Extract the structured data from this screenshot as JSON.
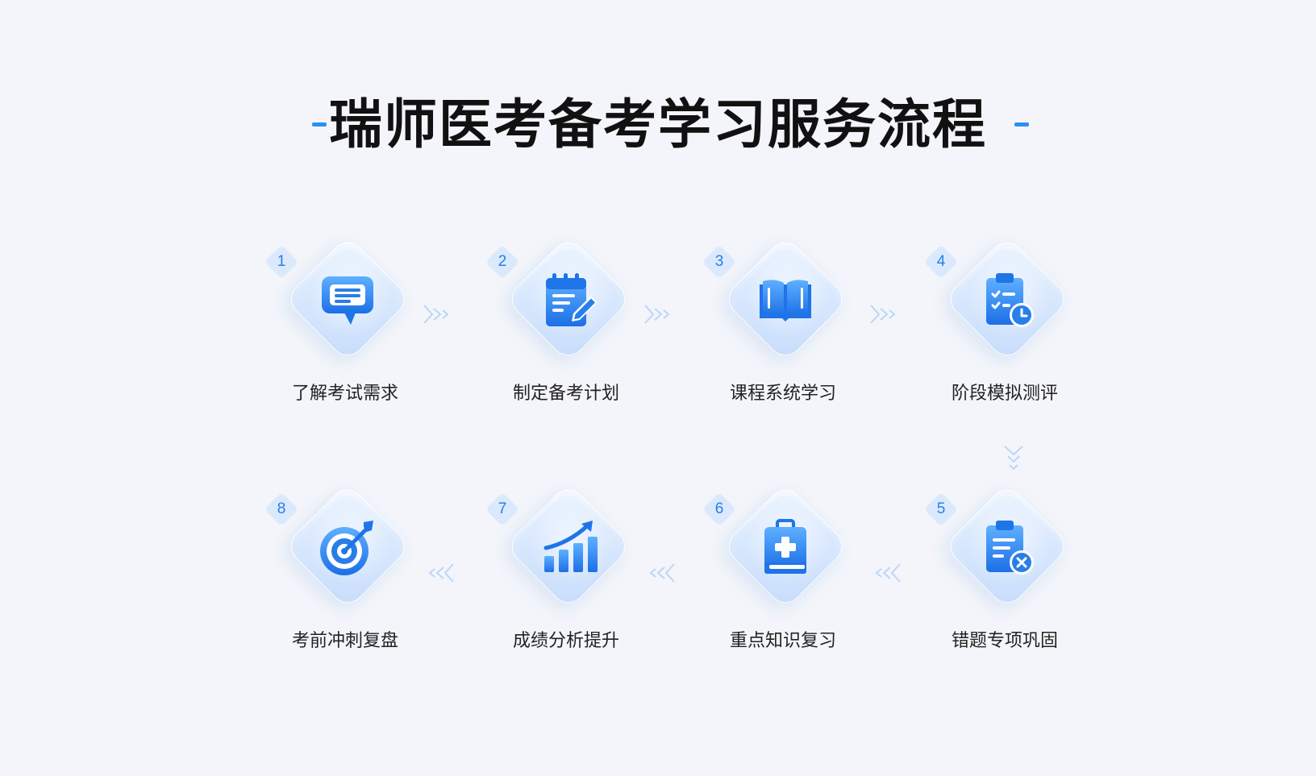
{
  "title": "瑞师医考备考学习服务流程",
  "colors": {
    "accent": "#2d8ff0",
    "icon_blue": "#2a7ee8",
    "tile_light": "#e3eefd",
    "background": "#f3f5fa"
  },
  "steps": [
    {
      "num": "1",
      "label": "了解考试需求",
      "icon": "chat-icon"
    },
    {
      "num": "2",
      "label": "制定备考计划",
      "icon": "plan-edit-icon"
    },
    {
      "num": "3",
      "label": "课程系统学习",
      "icon": "book-icon"
    },
    {
      "num": "4",
      "label": "阶段模拟测评",
      "icon": "clipboard-clock-icon"
    },
    {
      "num": "5",
      "label": "错题专项巩固",
      "icon": "clipboard-error-icon"
    },
    {
      "num": "6",
      "label": "重点知识复习",
      "icon": "medical-kit-icon"
    },
    {
      "num": "7",
      "label": "成绩分析提升",
      "icon": "growth-chart-icon"
    },
    {
      "num": "8",
      "label": "考前冲刺复盘",
      "icon": "target-icon"
    }
  ]
}
